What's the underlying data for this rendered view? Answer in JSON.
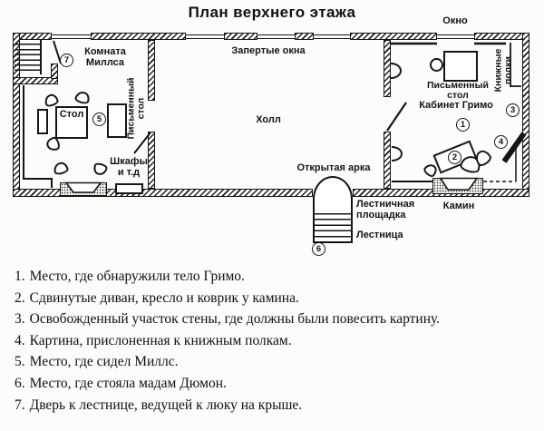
{
  "title": "План верхнего этажа",
  "plan": {
    "labels": {
      "mills_room_1": "Комната",
      "mills_room_2": "Миллса",
      "locked_windows": "Запертые окна",
      "window": "Окно",
      "hall": "Холл",
      "study": "Кабинет Гримо",
      "desk_study_1": "Письменный",
      "desk_study_2": "стол",
      "desk_mills_1": "Письменный",
      "desk_mills_2": "стол",
      "bookshelves_1": "Книжные",
      "bookshelves_2": "полки",
      "table": "Стол",
      "cabinets_1": "Шкафы",
      "cabinets_2": "и т.д",
      "open_arch": "Открытая арка",
      "landing_1": "Лестничная",
      "landing_2": "площадка",
      "staircase": "Лестница",
      "fireplace": "Камин"
    },
    "markers": {
      "m1": "1",
      "m2": "2",
      "m3": "3",
      "m4": "4",
      "m5": "5",
      "m6": "6",
      "m7": "7"
    }
  },
  "legend": {
    "items": [
      {
        "num": "1.",
        "text": "Место, где обнаружили тело Гримо."
      },
      {
        "num": "2.",
        "text": "Сдвинутые диван, кресло и коврик у камина."
      },
      {
        "num": "3.",
        "text": "Освобожденный участок стены, где должны были повесить картину."
      },
      {
        "num": "4.",
        "text": "Картина, прислоненная к книжным полкам."
      },
      {
        "num": "5.",
        "text": "Место, где сидел Миллс."
      },
      {
        "num": "6.",
        "text": "Место, где стояла мадам Дюмон."
      },
      {
        "num": "7.",
        "text": "Дверь к лестнице, ведущей к люку на крыше."
      }
    ]
  },
  "colors": {
    "ink": "#141414",
    "paper": "#fcfcfa"
  }
}
